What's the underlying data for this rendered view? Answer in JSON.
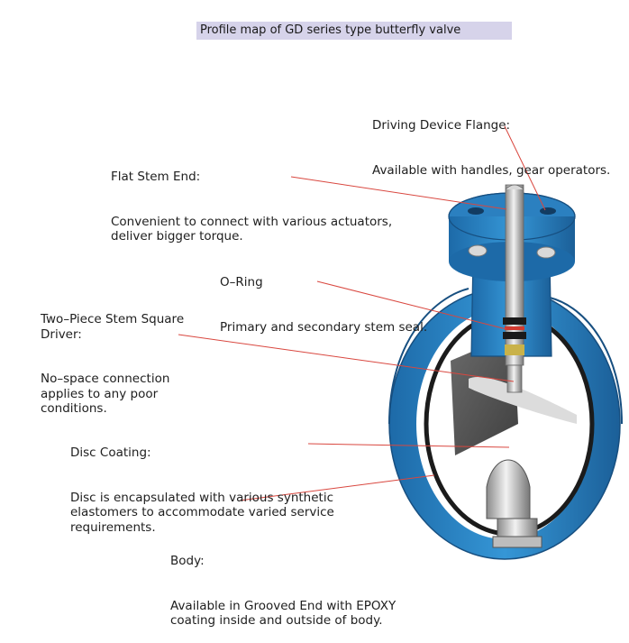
{
  "title": "Profile map of GD series type butterfly valve",
  "callouts": {
    "driving_flange": {
      "head": "Driving Device Flange:",
      "desc": "Available with handles, gear operators."
    },
    "flat_stem": {
      "head": "Flat Stem End:",
      "desc": "Convenient to connect with various actuators,\ndeliver bigger torque."
    },
    "o_ring": {
      "head": "O–Ring",
      "desc": "Primary and secondary stem seal."
    },
    "stem_driver": {
      "head": "Two–Piece Stem Square\nDriver:",
      "desc": "No–space connection\napplies to any poor\nconditions."
    },
    "disc_coating": {
      "head": "Disc Coating:",
      "desc": "Disc is encapsulated with various synthetic\nelastomers to accommodate varied service\nrequirements."
    },
    "body": {
      "head": "Body:",
      "desc": "Available in Grooved End with EPOXY\ncoating inside and outside of body."
    }
  },
  "colors": {
    "body_blue": "#2f86c6",
    "body_dark": "#1c5f96",
    "leader_red": "#d9473f",
    "title_bg": "#d6d3ea"
  }
}
